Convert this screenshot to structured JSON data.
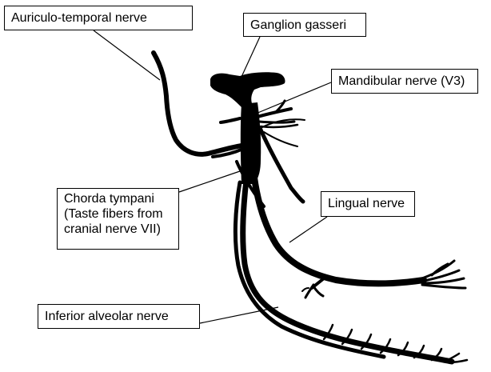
{
  "labels": {
    "auriculo_temporal": "Auriculo-temporal nerve",
    "ganglion": "Ganglion gasseri",
    "mandibular": "Mandibular nerve (V3)",
    "chorda_line1": "Chorda tympani",
    "chorda_line2": "(Taste fibers from",
    "chorda_line3": "cranial nerve VII)",
    "lingual": "Lingual nerve",
    "inferior_alveolar": "Inferior alveolar nerve"
  },
  "colors": {
    "nerve": "#000000",
    "background": "#ffffff",
    "box_border": "#000000"
  }
}
